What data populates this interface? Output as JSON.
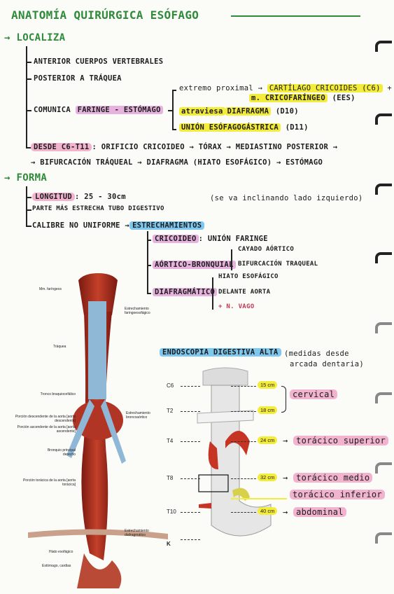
{
  "title": "ANATOMÍA QUIRÚRGICA ESÓFAGO",
  "section1": {
    "heading": "LOCALIZA",
    "items": [
      "ANTERIOR CUERPOS VERTEBRALES",
      "POSTERIOR A TRÁQUEA"
    ],
    "comunica": {
      "label": "COMUNICA",
      "highlight": "FARINGE - ESTÓMAGO",
      "extremo_prefix": "extremo proximal →",
      "extremo_hl1": "CARTÍLAGO CRICOIDES (C6)",
      "extremo_plus": "+",
      "extremo_hl2": "m. CRICOFARÍNGEO",
      "extremo_suffix": "(EES)",
      "atraviesa_hl": "atraviesa",
      "atraviesa_hl2": "DIAFRAGMA",
      "atraviesa_suffix": "(D10)",
      "union_hl": "UNIÓN ESÓFAGOGÁSTRICA",
      "union_suffix": "(D11)"
    },
    "desde_hl": "DESDE C6-T11",
    "desde_line1": ": ORIFICIO CRICOIDEO → TÓRAX → MEDIASTINO POSTERIOR →",
    "desde_line2": "→ BIFURCACIÓN TRÁQUEAL → DIAFRAGMA (HIATO ESOFÁGICO) → ESTÓMAGO"
  },
  "section2": {
    "heading": "FORMA",
    "longitud_hl": "LONGITUD",
    "longitud_val": ": 25 - 30cm",
    "note": "(se va inclinando lado izquierdo)",
    "parte": "PARTE MÁS ESTRECHA TUBO DIGESTIVO",
    "calibre": "CALIBRE NO UNIFORME →",
    "estrech_hl": "ESTRECHAMIENTOS",
    "cricoideo_hl": "CRICOIDEO",
    "cricoideo_val": ": UNIÓN FARINGE",
    "aortico_hl": "AÓRTICO-BRONQUIAL",
    "aortico_1": "CAYADO AÓRTICO",
    "aortico_2": "BIFURCACIÓN TRAQUEAL",
    "diafrag_hl": "DIAFRAGMÁTICO",
    "diafrag_1": "HIATO ESOFÁGICO",
    "diafrag_2": "DELANTE AORTA",
    "diafrag_3": "+ N. VAGO"
  },
  "figure1": {
    "labels": {
      "mm_faringeos": "Mm. faríngeos",
      "estrech_faring": "Estrechamiento faringoesofágico",
      "traquea": "Tráquea",
      "tronco": "Tronco braquiocefálico",
      "porcion_desc": "Porción descendente de la aorta [aorta descendente]",
      "porcion_asc": "Porción ascendente de la aorta [aorta ascendente]",
      "bronquio": "Bronquio principal derecho",
      "porcion_tor": "Porción torácica de la aorta [aorta torácica]",
      "estrech_bronco": "Estrechamiento broncoaórtico",
      "estrech_diaf": "Estrechamiento diafragmático",
      "hiato": "Hiato esofágico",
      "estomago": "Estómago, cardias"
    }
  },
  "endoscopia": {
    "heading_hl": "ENDOSCOPIA DIGESTIVA ALTA",
    "heading_note_1": "(medidas desde",
    "heading_note_2": "arcada dentaria)",
    "levels": [
      "C6",
      "T2",
      "T4",
      "T8",
      "T10"
    ],
    "cms": [
      "15 cm",
      "18 cm",
      "24 cm",
      "32 cm",
      "40 cm"
    ],
    "cervical": "cervical",
    "toracico_sup": "torácico superior",
    "toracico_med": "torácico medio",
    "toracico_inf": "torácico inferior",
    "abdominal": "abdominal",
    "page_mark": "K"
  },
  "colors": {
    "green": "#2f8a3a",
    "red": "#c23a52",
    "yellow": "#f4ec3a",
    "purple": "#e7b3de",
    "blue": "#7ec7ee",
    "pink": "#f2b3cf"
  }
}
